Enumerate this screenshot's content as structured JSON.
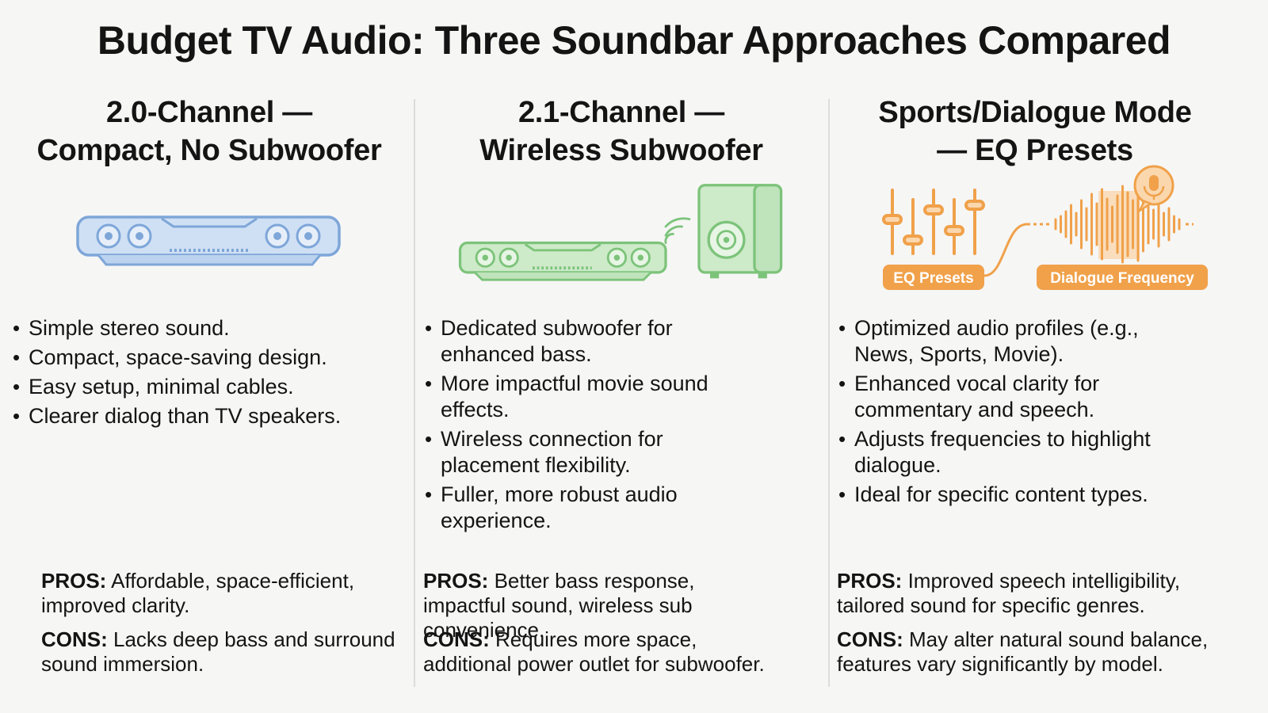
{
  "title": "Budget TV Audio: Three Soundbar Approaches Compared",
  "columns": [
    {
      "title_line1": "2.0-Channel —",
      "title_line2": "Compact, No Subwoofer",
      "bullets": [
        "Simple stereo sound.",
        "Compact, space-saving design.",
        "Easy setup, minimal cables.",
        "Clearer dialog than TV speakers."
      ],
      "pros_label": "PROS:",
      "pros_text": "Affordable, space-efficient, improved clarity.",
      "cons_label": "CONS:",
      "cons_text": "Lacks deep bass and surround sound immersion."
    },
    {
      "title_line1": "2.1-Channel —",
      "title_line2": "Wireless Subwoofer",
      "bullets": [
        "Dedicated subwoofer for enhanced bass.",
        "More impactful movie sound effects.",
        "Wireless connection for placement flexibility.",
        "Fuller, more robust audio experience."
      ],
      "pros_label": "PROS:",
      "pros_text": "Better bass response, impactful sound, wireless sub convenience.",
      "cons_label": "CONS:",
      "cons_text": "Requires more space, additional power outlet for subwoofer."
    },
    {
      "title_line1": "Sports/Dialogue Mode",
      "title_line2": "— EQ Presets",
      "bullets": [
        "Optimized audio profiles (e.g., News, Sports, Movie).",
        "Enhanced vocal clarity for commentary and speech.",
        "Adjusts frequencies to highlight dialogue.",
        "Ideal for specific content types."
      ],
      "pros_label": "PROS:",
      "pros_text": "Improved speech intelligibility, tailored sound for specific genres.",
      "cons_label": "CONS:",
      "cons_text": "May alter natural sound balance, features vary significantly by model.",
      "badge_eq": "EQ Presets",
      "badge_dialogue": "Dialogue Frequency"
    }
  ],
  "colors": {
    "blue_stroke": "#7ea6d8",
    "blue_fill": "#cfe0f5",
    "green_stroke": "#7cc37a",
    "green_fill": "#cdeac9",
    "orange": "#f0a14a",
    "orange_fill": "#fbd7ae"
  },
  "icons": [
    "soundbar-icon",
    "subwoofer-icon",
    "wireless-signal-icon",
    "eq-sliders-icon",
    "waveform-icon",
    "microphone-icon"
  ]
}
